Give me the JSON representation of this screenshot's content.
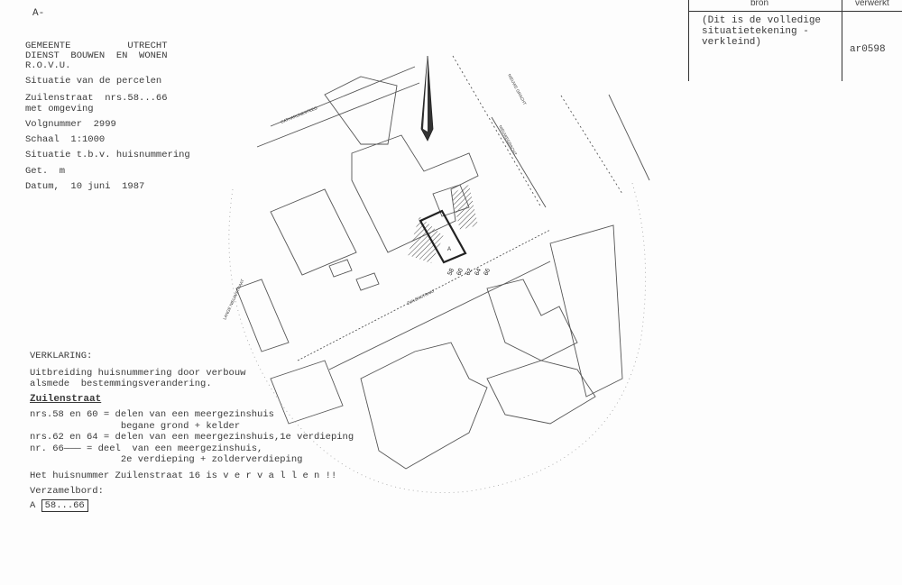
{
  "sheet_mark": "A-",
  "header": {
    "municipality": "GEMEENTE          UTRECHT",
    "department": "DIENST  BOUWEN  EN  WONEN",
    "unit": "R.O.V.U.",
    "subject": "Situatie van de percelen",
    "address_line1": "Zuilenstraat  nrs.58...66",
    "address_line2": "met omgeving",
    "sequence": "Volgnummer  2999",
    "scale": "Schaal  1:1000",
    "purpose": "Situatie t.b.v. huisnummering",
    "drawn": "Get.  m",
    "date": "Datum,  10 juni  1987"
  },
  "source_box": {
    "col1_header": "bron",
    "col2_header": "verwerkt",
    "source_note": "(Dit is de volledige\nsituatietekening -\nverkleind)",
    "processed_code": "ar0598"
  },
  "legend": {
    "title": "VERKLARING:",
    "description": "Uitbreiding huisnummering door verbouw\nalsmede  bestemmingsverandering.",
    "street": "Zuilenstraat",
    "entries": [
      "nrs.58 en 60 = delen van een meergezinshuis\n                begane grond + kelder",
      "nrs.62 en 64 = delen van een meergezinshuis,1e verdieping",
      "nr. 66——— = deel  van een meergezinshuis,\n                2e verdieping + zolderverdieping"
    ],
    "note": "Het huisnummer Zuilenstraat 16 is v e r v a l l e n !!",
    "collector_label": "Verzamelbord:",
    "collector_prefix": "A",
    "collector_value": "58...66"
  },
  "map": {
    "streets": [
      "CATHARIJNESTEEG",
      "NIEUWE GRACHT",
      "NIEUWEGRACHT",
      "ZUILENSTRAAT",
      "LANGE NIEUWSTRAAT"
    ],
    "parcel_numbers": [
      "58",
      "60",
      "62",
      "64",
      "66"
    ],
    "parcel_letter": "A"
  }
}
